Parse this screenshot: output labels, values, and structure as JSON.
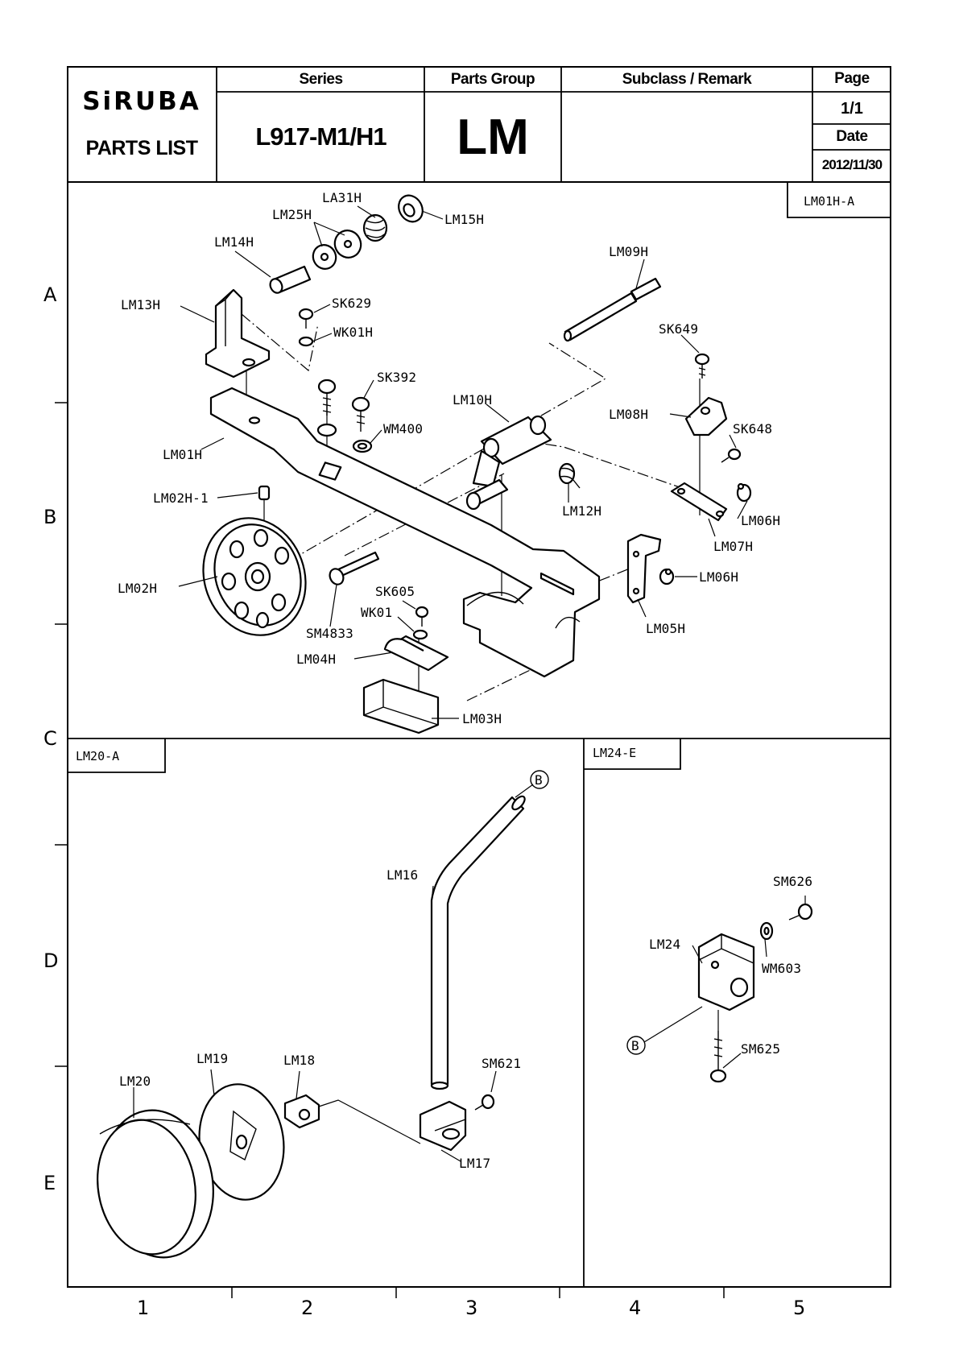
{
  "header": {
    "brand": "SiRUBA",
    "doc_type": "PARTS LIST",
    "series_caption": "Series",
    "series_value": "L917-M1/H1",
    "parts_group_caption": "Parts Group",
    "parts_group_value": "LM",
    "subclass_caption": "Subclass / Remark",
    "subclass_value": "",
    "page_caption": "Page",
    "page_value": "1/1",
    "date_caption": "Date",
    "date_value": "2012/11/30"
  },
  "frame": {
    "row_markers": [
      "A",
      "B",
      "C",
      "D",
      "E"
    ],
    "column_markers": [
      "1",
      "2",
      "3",
      "4",
      "5"
    ]
  },
  "panels": {
    "top": {
      "tag": "LM01H-A",
      "callouts": [
        "LA31H",
        "LM25H",
        "LM15H",
        "LM14H",
        "LM09H",
        "LM13H",
        "SK629",
        "WK01H",
        "SK649",
        "SK392",
        "LM10H",
        "LM08H",
        "WM400",
        "SK648",
        "LM01H",
        "LM02H-1",
        "LM12H",
        "LM06H",
        "LM07H",
        "LM02H",
        "SK605",
        "LM06H",
        "WK01",
        "SM4833",
        "LM05H",
        "LM04H",
        "LM03H"
      ]
    },
    "bottom_left": {
      "tag": "LM20-A",
      "ref_mark": "B",
      "callouts": [
        "LM16",
        "LM19",
        "LM18",
        "SM621",
        "LM20",
        "LM17"
      ]
    },
    "bottom_right": {
      "tag": "LM24-E",
      "ref_mark": "B",
      "callouts": [
        "SM626",
        "LM24",
        "WM603",
        "SM625"
      ]
    }
  }
}
